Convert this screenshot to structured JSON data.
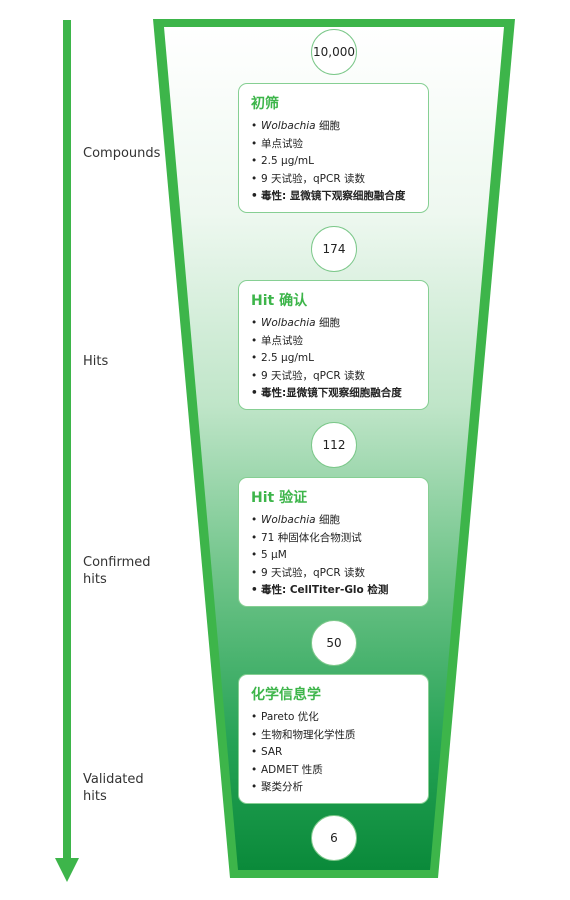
{
  "colors": {
    "accent": "#3db54a",
    "funnel_dark": "#0a8a3a",
    "arrow": "#3db54a",
    "card_border": "#86cf93"
  },
  "axis": {
    "arrow_icon": "down-arrow-icon",
    "labels": [
      {
        "lines": [
          "Compounds"
        ]
      },
      {
        "lines": [
          "Hits"
        ]
      },
      {
        "lines": [
          "Confirmed",
          "hits"
        ]
      },
      {
        "lines": [
          "Validated",
          "hits"
        ]
      }
    ]
  },
  "counts": [
    "10,000",
    "174",
    "112",
    "50",
    "6"
  ],
  "stages": [
    {
      "title": "初筛",
      "items": [
        {
          "em": "Wolbachia",
          "text": " 细胞",
          "bold": false
        },
        {
          "em": "",
          "text": "单点试验",
          "bold": false
        },
        {
          "em": "",
          "text": "2.5 μg/mL",
          "bold": false
        },
        {
          "em": "",
          "text": "9 天试验，qPCR 读数",
          "bold": false
        },
        {
          "em": "",
          "text": "毒性: 显微镜下观察细胞融合度",
          "bold": true
        }
      ]
    },
    {
      "title": "Hit 确认",
      "items": [
        {
          "em": "Wolbachia",
          "text": " 细胞",
          "bold": false
        },
        {
          "em": "",
          "text": "单点试验",
          "bold": false
        },
        {
          "em": "",
          "text": "2.5 μg/mL",
          "bold": false
        },
        {
          "em": "",
          "text": "9 天试验，qPCR 读数",
          "bold": false
        },
        {
          "em": "",
          "text": "毒性:显微镜下观察细胞融合度",
          "bold": true
        }
      ]
    },
    {
      "title": "Hit 验证",
      "items": [
        {
          "em": "Wolbachia",
          "text": " 细胞",
          "bold": false
        },
        {
          "em": "",
          "text": "71 种固体化合物测试",
          "bold": false
        },
        {
          "em": "",
          "text": "5 μM",
          "bold": false
        },
        {
          "em": "",
          "text": "9 天试验，qPCR 读数",
          "bold": false
        },
        {
          "em": "",
          "text": "毒性: CellTiter-Glo 检测",
          "bold": true
        }
      ]
    },
    {
      "title": "化学信息学",
      "items": [
        {
          "em": "",
          "text": "Pareto 优化",
          "bold": false
        },
        {
          "em": "",
          "text": "生物和物理化学性质",
          "bold": false
        },
        {
          "em": "",
          "text": "SAR",
          "bold": false
        },
        {
          "em": "",
          "text": "ADMET 性质",
          "bold": false
        },
        {
          "em": "",
          "text": "聚类分析",
          "bold": false
        }
      ]
    }
  ]
}
